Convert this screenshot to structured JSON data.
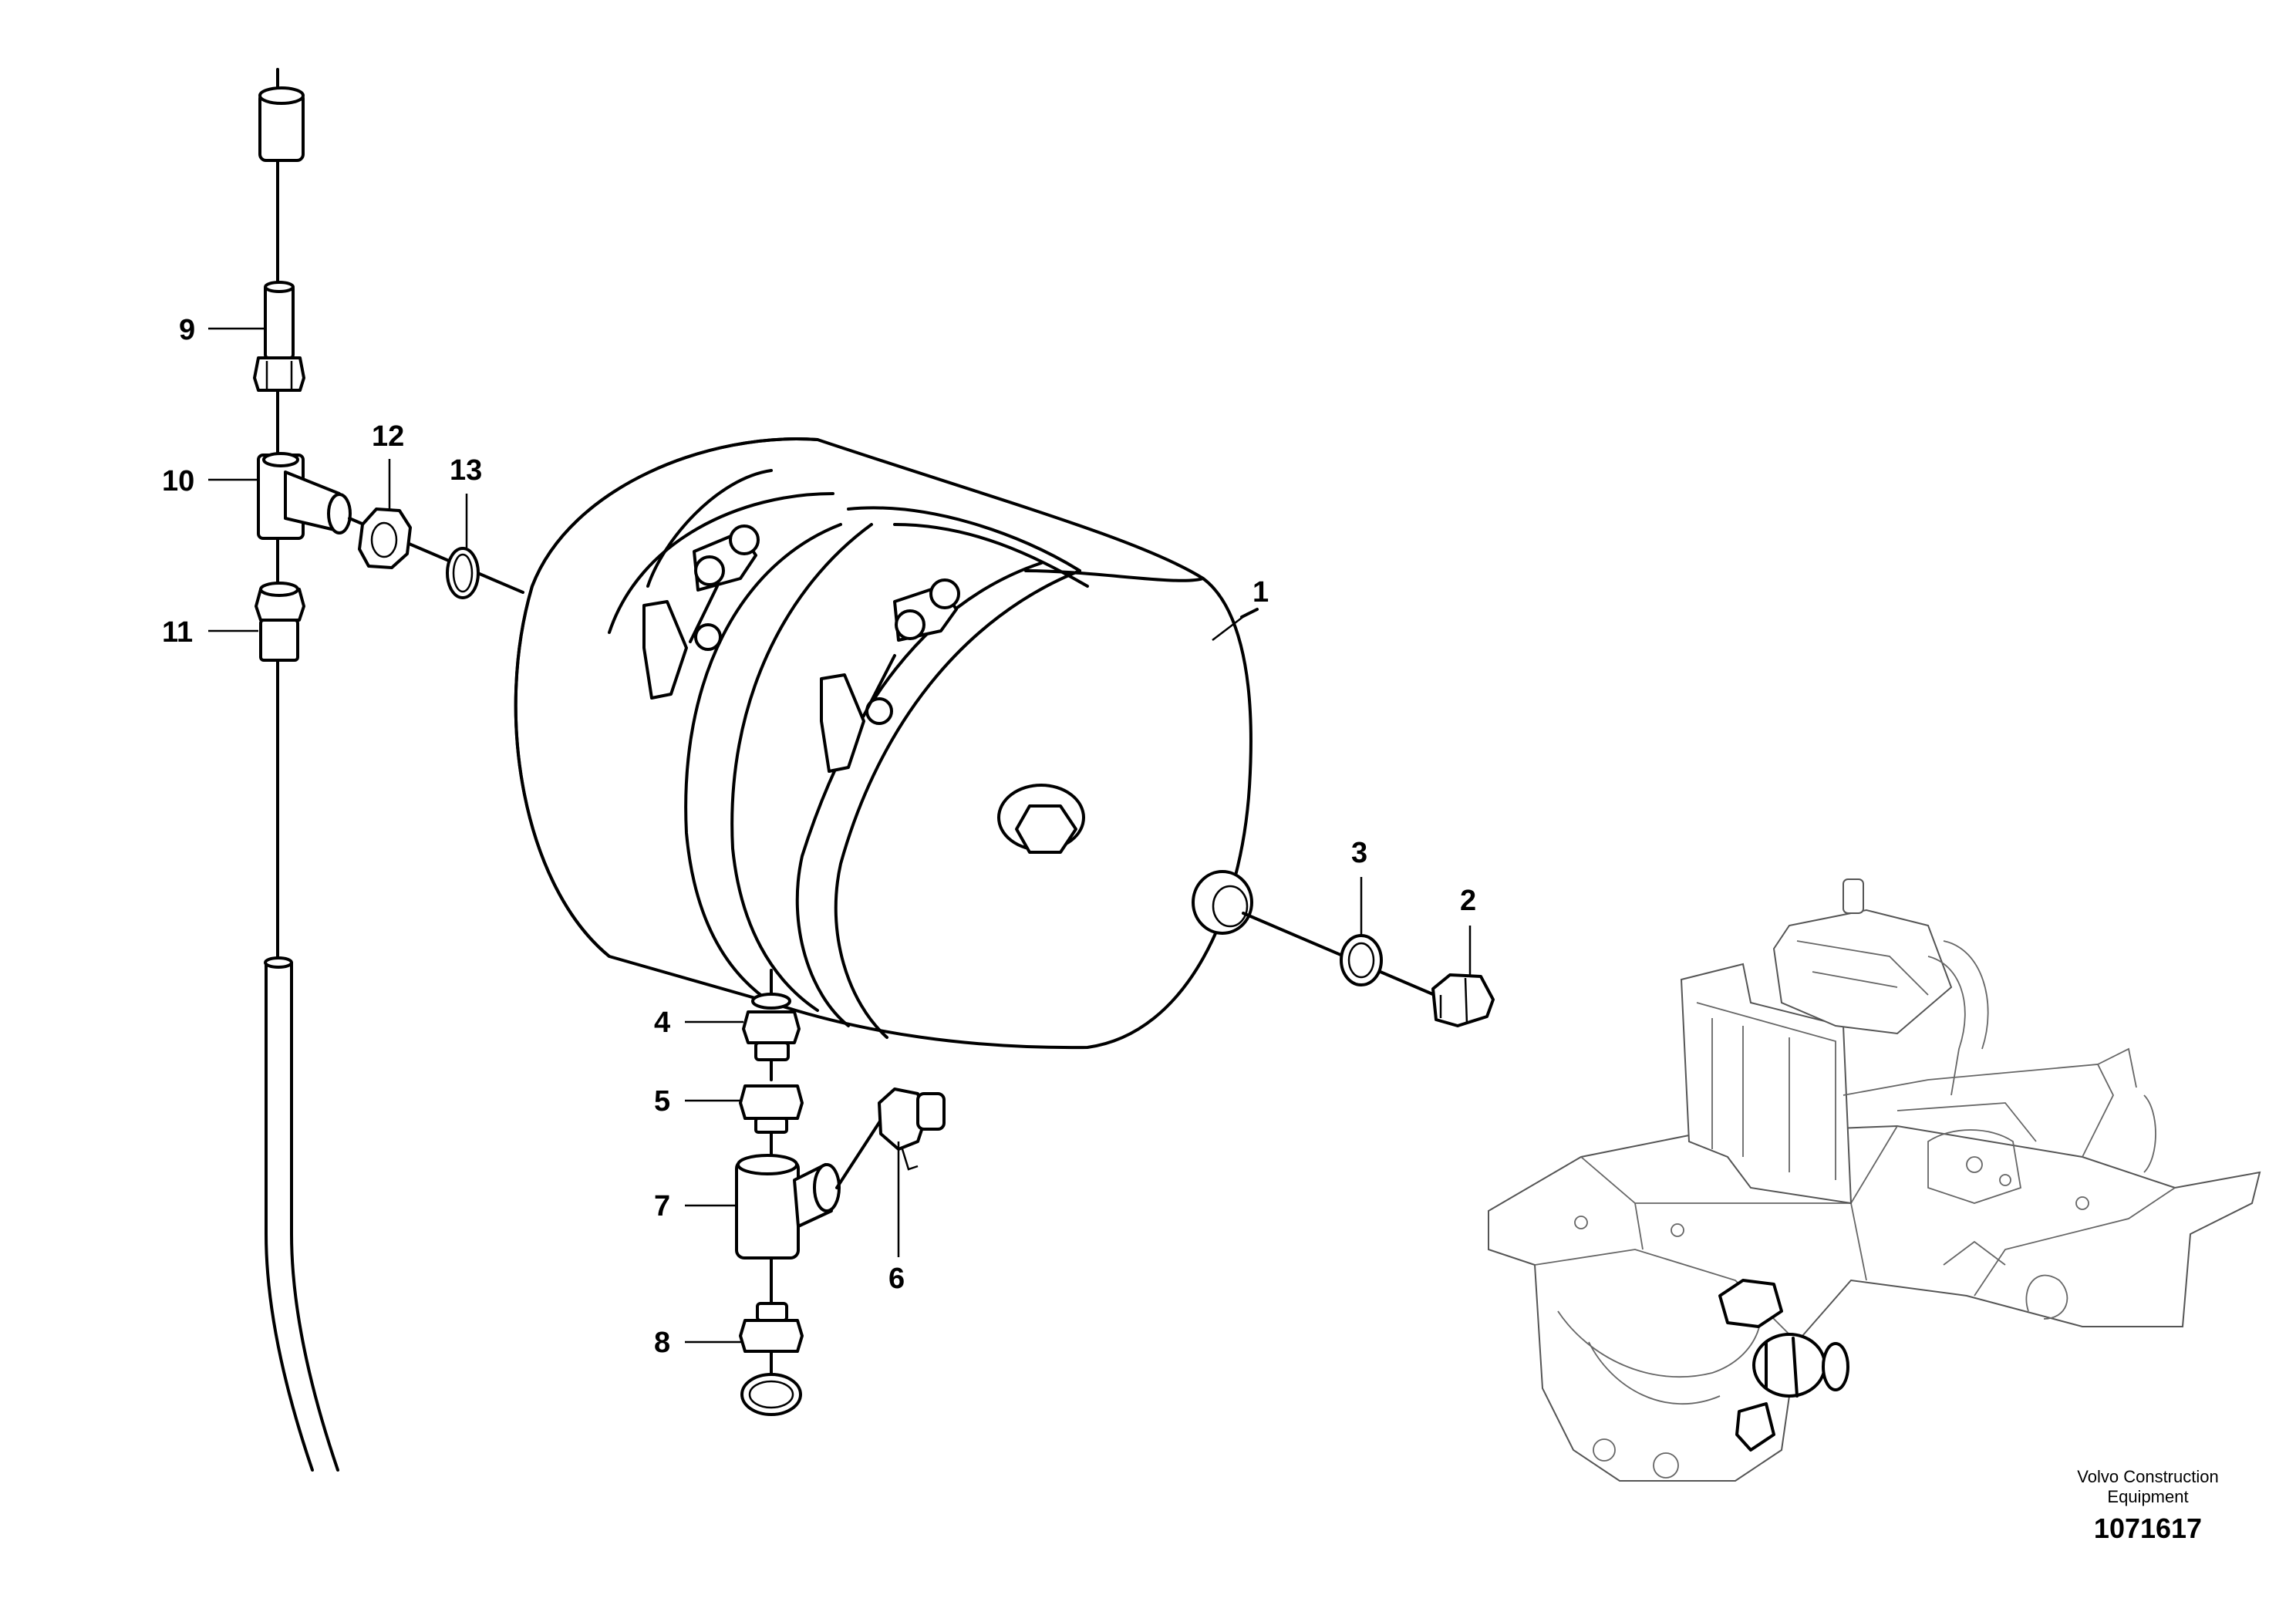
{
  "callouts": {
    "c1": "1",
    "c2": "2",
    "c3": "3",
    "c4": "4",
    "c5": "5",
    "c6": "6",
    "c7": "7",
    "c8": "8",
    "c9": "9",
    "c10": "10",
    "c11": "11",
    "c12": "12",
    "c13": "13"
  },
  "footer": {
    "credit_line1": "Volvo Construction",
    "credit_line2": "Equipment",
    "document_number": "1071617"
  }
}
